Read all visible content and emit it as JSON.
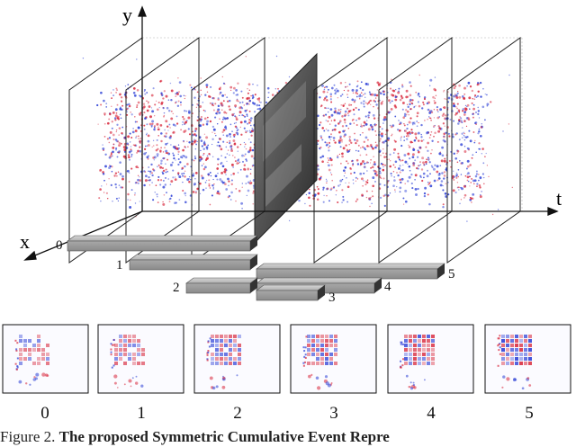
{
  "figure": {
    "axis_labels": {
      "y": "y",
      "x": "x",
      "t": "t"
    },
    "bar_labels": [
      "0",
      "1",
      "2",
      "3",
      "4",
      "5"
    ],
    "thumbnail_labels": [
      "0",
      "1",
      "2",
      "3",
      "4",
      "5"
    ],
    "event_colors": {
      "positive": "#d8283c",
      "negative": "#2c3fd6"
    },
    "caption": {
      "prefix": "Figure 2.",
      "bold_text": "The proposed Symmetric Cumulative Event Repre"
    }
  }
}
